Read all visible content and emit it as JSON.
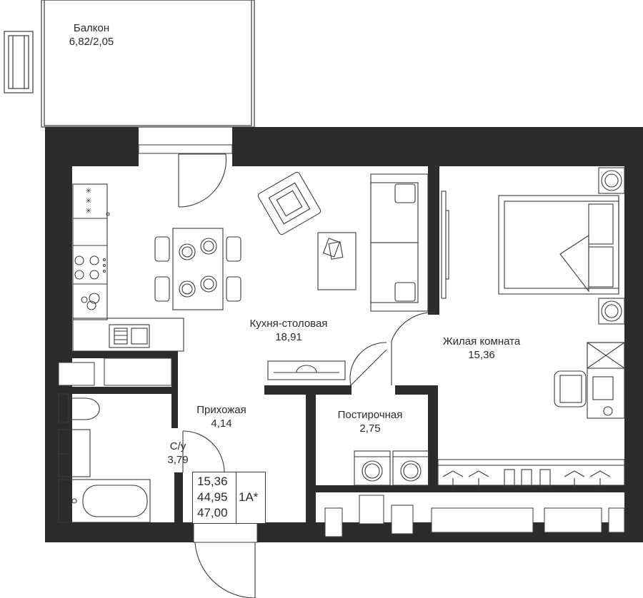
{
  "rooms": {
    "balcony": {
      "name": "Балкон",
      "area": "6,82/2,05"
    },
    "kitchen": {
      "name": "Кухня-столовая",
      "area": "18,91"
    },
    "bedroom": {
      "name": "Жилая комната",
      "area": "15,36"
    },
    "hallway": {
      "name": "Прихожая",
      "area": "4,14"
    },
    "laundry": {
      "name": "Постирочная",
      "area": "2,75"
    },
    "bathroom": {
      "name": "С/у",
      "area": "3,79"
    }
  },
  "summary": {
    "living_area": "15,36",
    "total_area": "44,95",
    "total_with_balcony": "47,00",
    "apartment_type": "1А*"
  },
  "colors": {
    "wall": "#2c2c2c",
    "line": "#3a3a3a",
    "background": "#ffffff"
  }
}
